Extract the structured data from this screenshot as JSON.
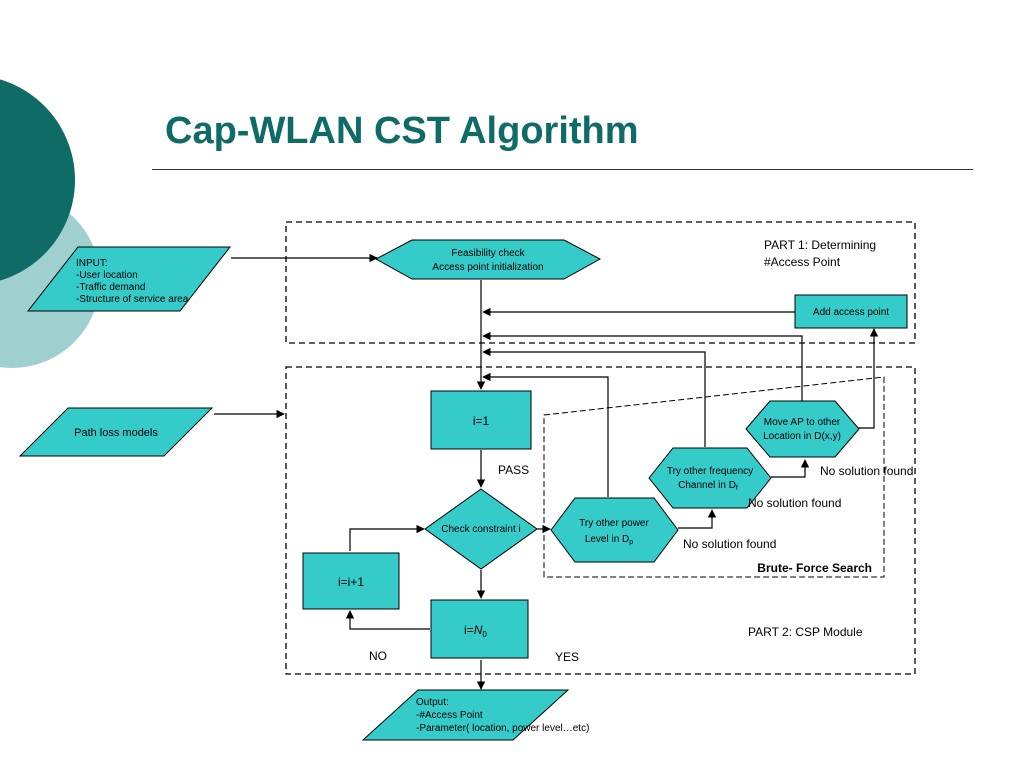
{
  "slide": {
    "title": "Cap-WLAN CST Algorithm"
  },
  "diagram": {
    "input": [
      "INPUT:",
      "-User location",
      "-Traffic demand",
      "-Structure of service area"
    ],
    "path_loss": "Path loss models",
    "feasibility": [
      "Feasibility check",
      "Access point initialization"
    ],
    "part1_label": [
      "PART 1: Determining",
      "#Access Point"
    ],
    "add_ap": "Add access point",
    "i_eq_1": "i=1",
    "pass": "PASS",
    "check_constraint": "Check constraint i",
    "i_plus": "i=i+1",
    "i_eq_n_prefix": "i=",
    "i_eq_n_var": "N",
    "i_eq_n_sub": "0",
    "no": "NO",
    "yes": "YES",
    "try_power": [
      "Try other power",
      "Level in D",
      "p"
    ],
    "try_freq": [
      "Try other frequency",
      "Channel in D",
      "f"
    ],
    "move_ap": [
      "Move AP to other",
      "Location in D(x,y)"
    ],
    "no_solution": "No solution found",
    "brute_force": "Brute- Force Search",
    "part2_label": "PART 2: CSP Module",
    "output": [
      "Output:",
      "-#Access Point",
      "-Parameter( location, power level…etc)"
    ]
  },
  "colors": {
    "shape_fill": "#35cbc8",
    "title": "#0e6b66",
    "deco_dark": "#0e6b66",
    "deco_light": "#9fd0cf"
  }
}
